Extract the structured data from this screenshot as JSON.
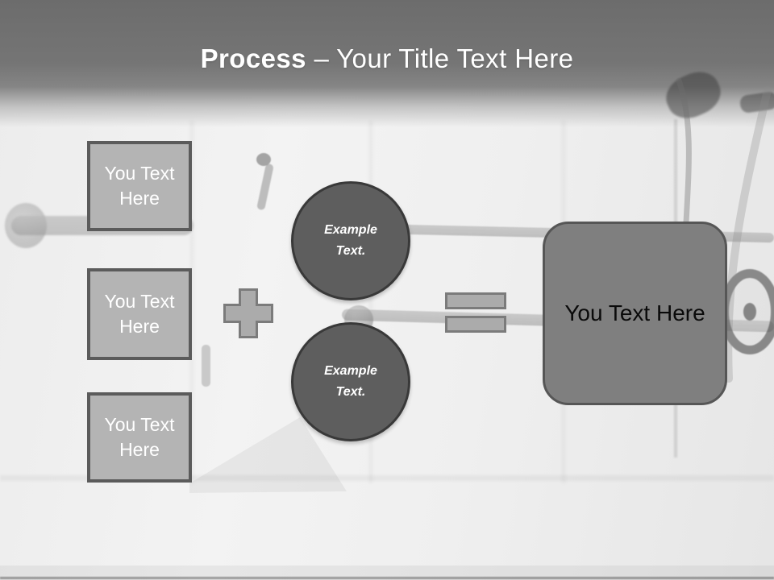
{
  "slide": {
    "title": {
      "emphasis": "Process",
      "rest": "– Your Title Text Here"
    }
  },
  "input_boxes": [
    {
      "label": "You Text Here"
    },
    {
      "label": "You Text Here"
    },
    {
      "label": "You Text Here"
    }
  ],
  "example_circles": [
    {
      "label": "Example Text."
    },
    {
      "label": "Example Text."
    }
  ],
  "operators": {
    "plus_icon": "plus-shape",
    "equals_icon": "equals-shape"
  },
  "result_box": {
    "label": "You Text Here"
  },
  "colors": {
    "header_gray": "#6e6e6e",
    "title_text": "#ffffff",
    "box_fill": "#b4b4b4",
    "box_border": "#5b5b5b",
    "box_text": "#ffffff",
    "circle_fill": "#5e5e5e",
    "circle_border": "#393939",
    "circle_text": "#ffffff",
    "operator_fill": "#ababab",
    "operator_border": "#7b7b7b",
    "result_fill": "#7f7f7f",
    "result_border": "#565656",
    "result_text": "#0a0a0a"
  }
}
